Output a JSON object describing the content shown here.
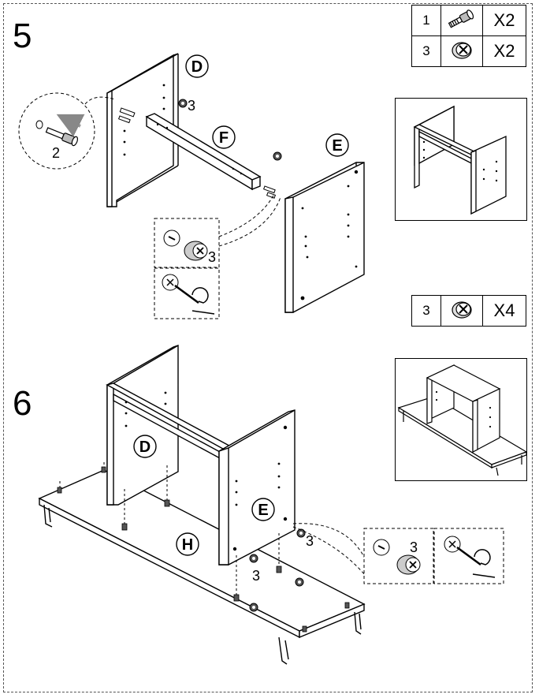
{
  "steps": [
    {
      "number": "5"
    },
    {
      "number": "6"
    }
  ],
  "parts_table_top": [
    {
      "id": "1",
      "icon": "cam-bolt-icon",
      "qty": "X2"
    },
    {
      "id": "3",
      "icon": "cam-lock-icon",
      "qty": "X2"
    }
  ],
  "parts_table_mid": [
    {
      "id": "3",
      "icon": "cam-lock-icon",
      "qty": "X4"
    }
  ],
  "labels": {
    "panel_d": "D",
    "panel_e": "E",
    "panel_f": "F",
    "panel_h": "H",
    "bolt_callout": "2",
    "cam_callout": "3"
  }
}
